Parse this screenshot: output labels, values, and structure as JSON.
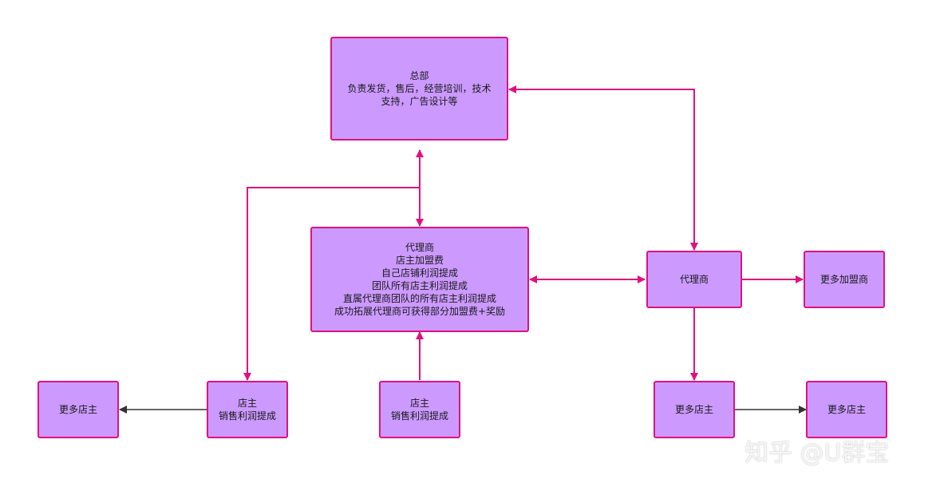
{
  "colors": {
    "node_fill": "#cc99ff",
    "node_border": "#e0117f",
    "edge_pink": "#e0117f",
    "edge_dark": "#333333"
  },
  "nodes": {
    "hq": {
      "lines": [
        "总部",
        "负责发货，售后，经营培训，技术",
        "支持，广告设计等"
      ]
    },
    "agent_main": {
      "lines": [
        "代理商",
        "店主加盟费",
        "自己店铺利润提成",
        "团队所有店主利润提成",
        "直属代理商团队的所有店主利润提成",
        "成功拓展代理商可获得部分加盟费+奖励"
      ]
    },
    "agent_right": {
      "lines": [
        "代理商"
      ]
    },
    "more_franchise": {
      "lines": [
        "更多加盟商"
      ]
    },
    "more_owners_left": {
      "lines": [
        "更多店主"
      ]
    },
    "owner_left": {
      "lines": [
        "店主",
        "销售利润提成"
      ]
    },
    "owner_center": {
      "lines": [
        "店主",
        "销售利润提成"
      ]
    },
    "more_owners_mid": {
      "lines": [
        "更多店主"
      ]
    },
    "more_owners_right": {
      "lines": [
        "更多店主"
      ]
    }
  },
  "watermark": "知乎 @U群宝"
}
